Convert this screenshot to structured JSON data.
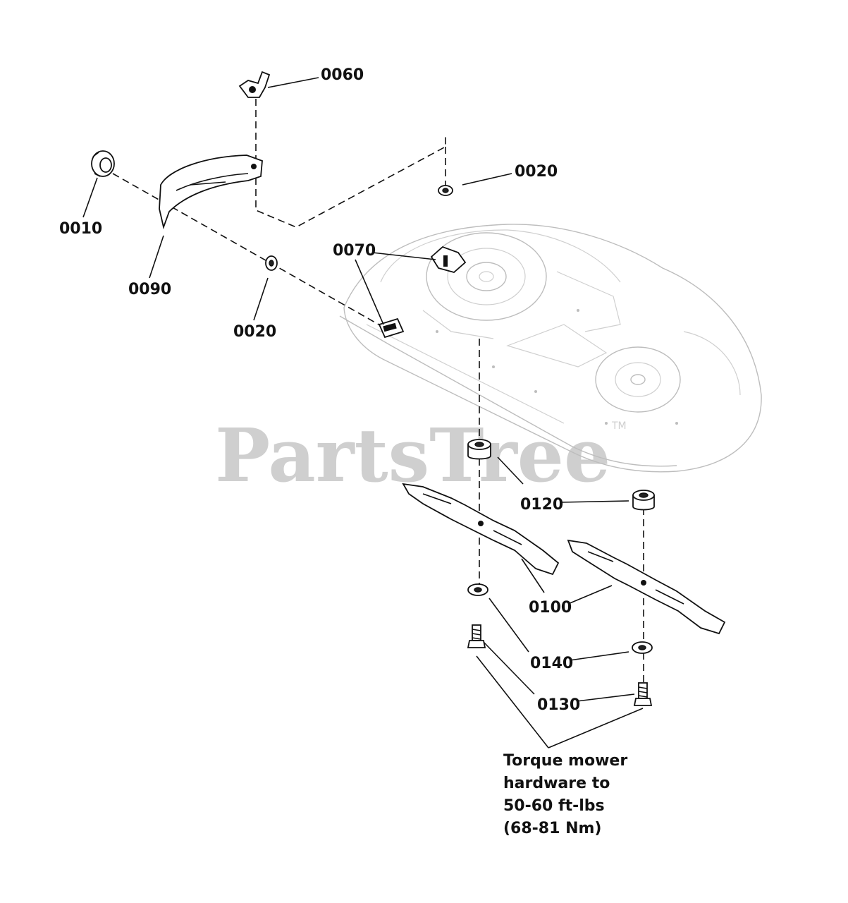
{
  "watermark": {
    "brand": "PartsTree",
    "tm": "TM"
  },
  "callouts": {
    "c0060": "0060",
    "c0010": "0010",
    "c0090": "0090",
    "c0020_top": "0020",
    "c0020_left": "0020",
    "c0070": "0070",
    "c0120": "0120",
    "c0100": "0100",
    "c0140": "0140",
    "c0130": "0130"
  },
  "note": {
    "line1": "Torque mower",
    "line2": "hardware to",
    "line3": "50-60 ft-lbs",
    "line4": "(68-81 Nm)"
  }
}
